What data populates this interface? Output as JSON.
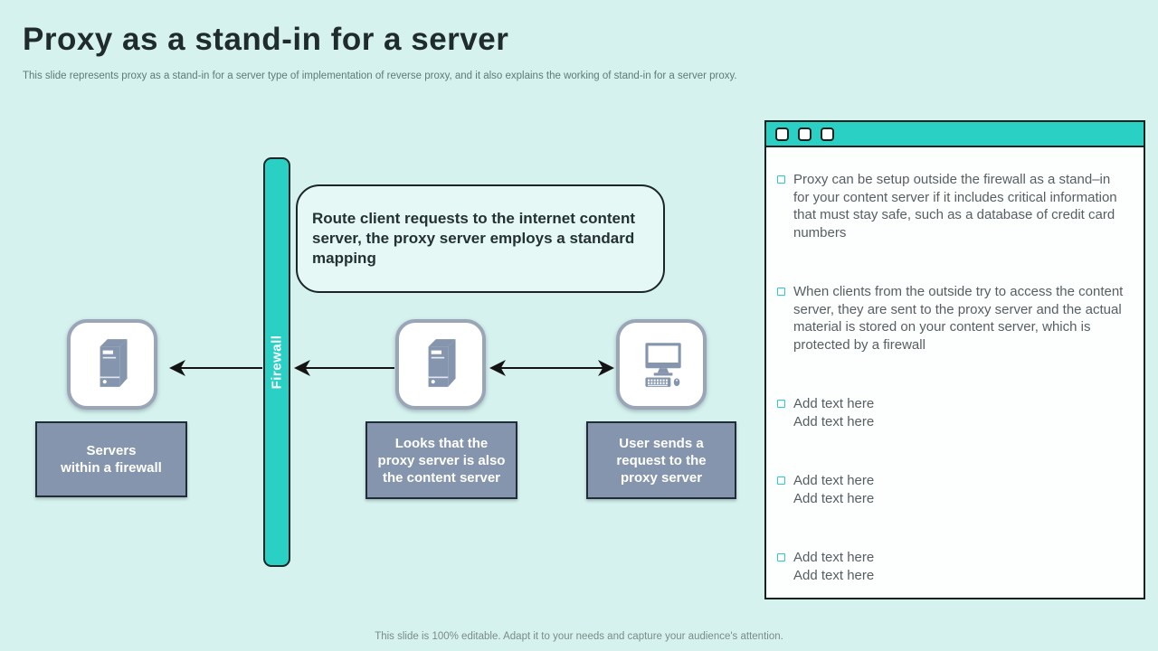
{
  "slide": {
    "title": "Proxy as a stand-in for a server",
    "subtitle": "This slide represents proxy as a stand-in for a server type of implementation of reverse proxy, and it also explains the working of stand-in for a server proxy.",
    "footer": "This slide is 100% editable. Adapt it to your needs and capture your audience's attention."
  },
  "diagram": {
    "firewall_label": "Firewall",
    "callout": "Route client requests to the internet content server, the proxy server employs a standard mapping",
    "nodes": [
      {
        "icon": "server-icon",
        "label": "Servers\nwithin a firewall"
      },
      {
        "icon": "server-icon",
        "label": "Looks that the\nproxy server is also\nthe content server"
      },
      {
        "icon": "computer-icon",
        "label": "User sends a\nrequest to the\nproxy server"
      }
    ],
    "arrows": [
      {
        "from": "firewall",
        "to": "servers-within-firewall",
        "direction": "left"
      },
      {
        "from": "proxy-server",
        "to": "firewall",
        "direction": "left"
      },
      {
        "from": "proxy-server",
        "to": "user-computer",
        "direction": "both"
      }
    ]
  },
  "panel": {
    "window_buttons": 3,
    "bullets": [
      "Proxy can be setup outside the firewall as a stand–in for your content server if it includes critical information that must stay safe, such as a database of credit card numbers",
      "When clients from the outside try to access the content server, they are sent to the proxy server and the actual material is stored on your content server, which is protected by a firewall",
      "Add text here\nAdd text here",
      "Add text here\nAdd text here",
      "Add text here\nAdd text here"
    ]
  },
  "colors": {
    "background": "#d5f2ee",
    "teal": "#2bd0c4",
    "slate": "#8595ae",
    "ink": "#1f2b2c",
    "body_text": "#575e63",
    "callout_bg": "#e6f8f5",
    "outline": "#1a2627",
    "panel_bg": "#fdfffe",
    "icon_border": "#9aa6b8",
    "subtitle_text": "#5e7b77",
    "footer_text": "#7b8b88",
    "arrow": "#141414"
  }
}
